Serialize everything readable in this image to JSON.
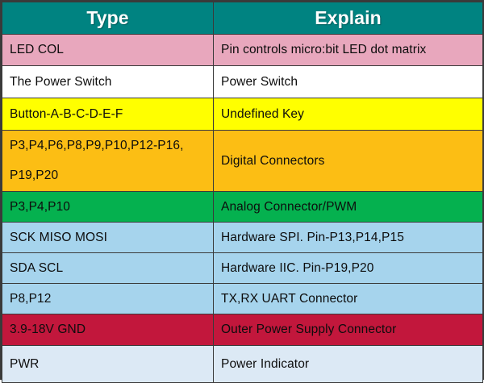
{
  "table": {
    "columns": [
      {
        "key": "type",
        "label": "Type"
      },
      {
        "key": "explain",
        "label": "Explain"
      }
    ],
    "header_bg": "#008381",
    "header_text_color": "#ffffff",
    "border_color": "#3a3a3a",
    "rows": [
      {
        "type": "LED COL",
        "explain": "Pin controls micro:bit LED dot matrix",
        "color": "#e8a7bd",
        "color_name": "pink"
      },
      {
        "type": "The Power Switch",
        "explain": "Power Switch",
        "color": "#ffffff",
        "color_name": "white"
      },
      {
        "type": "Button-A-B-C-D-E-F",
        "explain": "Undefined Key",
        "color": "#ffff00",
        "color_name": "yellow"
      },
      {
        "type_line1": "P3,P4,P6,P8,P9,P10,P12-P16,",
        "type_line2": "P19,P20",
        "explain": "Digital Connectors",
        "color": "#fcbe14",
        "color_name": "orange"
      },
      {
        "type": "P3,P4,P10",
        "explain": "Analog Connector/PWM",
        "color": "#05b14f",
        "color_name": "green"
      },
      {
        "type": "SCK MISO MOSI",
        "explain": "Hardware SPI. Pin-P13,P14,P15",
        "color": "#a6d4ed",
        "color_name": "blue"
      },
      {
        "type": "SDA SCL",
        "explain": "Hardware IIC. Pin-P19,P20",
        "color": "#a6d4ed",
        "color_name": "blue"
      },
      {
        "type": "P8,P12",
        "explain": "TX,RX UART Connector",
        "color": "#a6d4ed",
        "color_name": "blue"
      },
      {
        "type": "3.9-18V GND",
        "explain": "Outer Power Supply Connector",
        "color": "#c2173c",
        "color_name": "crimson"
      },
      {
        "type": "PWR",
        "explain": "Power Indicator",
        "color": "#dce9f5",
        "color_name": "light-blue"
      }
    ]
  }
}
